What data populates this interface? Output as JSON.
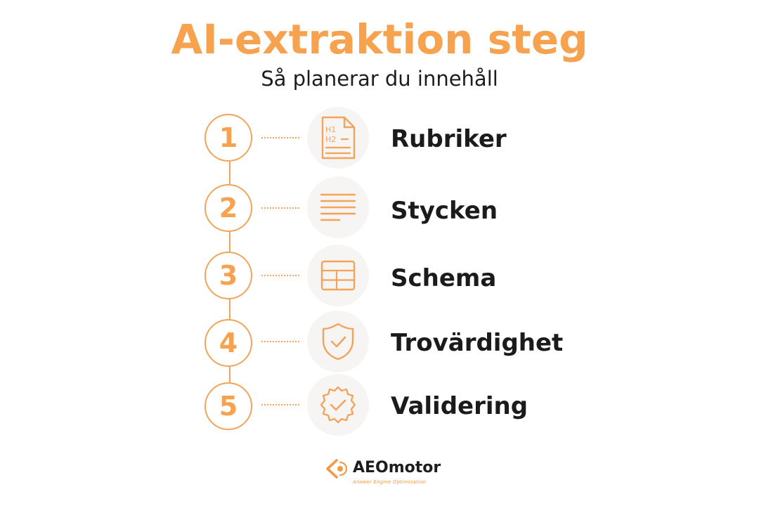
{
  "header": {
    "title": "AI-extraktion steg",
    "subtitle": "Så planerar du innehåll"
  },
  "steps": [
    {
      "number": "1",
      "label": "Rubriker",
      "icon": "headings-document-icon",
      "icon_text": [
        "H1",
        "H2"
      ]
    },
    {
      "number": "2",
      "label": "Stycken",
      "icon": "paragraph-lines-icon"
    },
    {
      "number": "3",
      "label": "Schema",
      "icon": "table-grid-icon"
    },
    {
      "number": "4",
      "label": "Trovärdighet",
      "icon": "shield-check-icon"
    },
    {
      "number": "5",
      "label": "Validering",
      "icon": "badge-check-icon"
    }
  ],
  "brand": {
    "name": "AEOmotor",
    "tagline": "Answer Engine Optimization",
    "logo_icon": "chevron-target-logo"
  },
  "colors": {
    "accent": "#f7a24f",
    "text_dark": "#1b1b1b",
    "icon_background": "#f7f5f3",
    "background": "#ffffff"
  }
}
